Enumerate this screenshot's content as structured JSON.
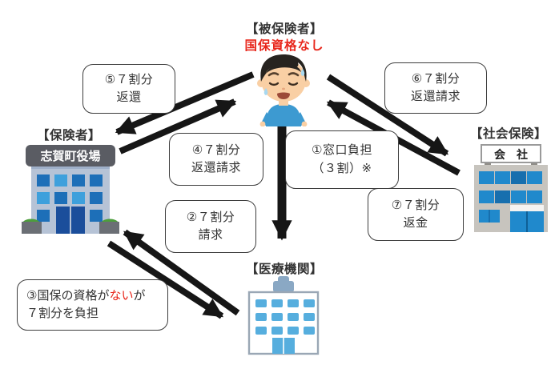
{
  "insured": {
    "title": "【被保険者】",
    "status": "国保資格なし"
  },
  "insurer": {
    "title": "【保険者】",
    "building_sign": "志賀町役場"
  },
  "social_insurance": {
    "title": "【社会保険】",
    "building_sign": "会　社"
  },
  "medical": {
    "title": "【医療機関】"
  },
  "steps": {
    "s1": {
      "line1": "①窓口負担",
      "line2": "（３割）※"
    },
    "s2": {
      "line1": "②７割分",
      "line2": "請求"
    },
    "s3": {
      "pre": "③国保の資格が",
      "red": "ない",
      "post": "が",
      "line2": "７割分を負担"
    },
    "s4": {
      "line1": "④７割分",
      "line2": "返還請求"
    },
    "s5": {
      "line1": "⑤７割分",
      "line2": "返還"
    },
    "s6": {
      "line1": "⑥７割分",
      "line2": "返還請求"
    },
    "s7": {
      "line1": "⑦７割分",
      "line2": "返金"
    }
  },
  "colors": {
    "alert_red": "#e8271c",
    "arrow_black": "#161616",
    "insurer_building_blue": "#b6c3d6",
    "window_blue": "#1d6fb8",
    "hospital_window_blue": "#56aede",
    "company_gray": "#c7c4be",
    "shirt_blue": "#3d9ad1"
  }
}
